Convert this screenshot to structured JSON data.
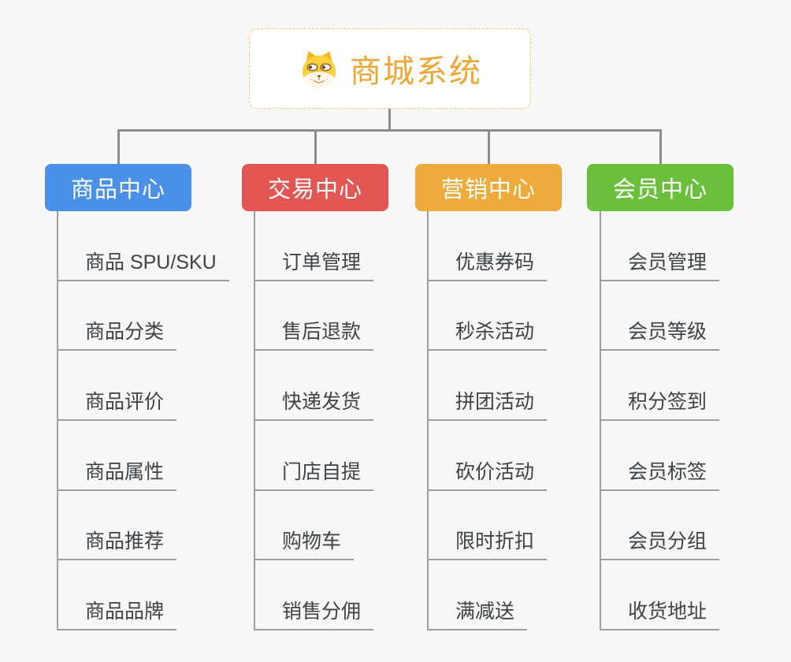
{
  "canvas": {
    "background_color": "#f7f7f7",
    "connector_color": "#8c8c8c",
    "leaf_line_color": "#9e9e9e"
  },
  "root": {
    "title": "商城系统",
    "icon": "dog-face-icon",
    "title_color": "#efa733",
    "border_color": "#f7c66b",
    "background_color": "#ffffff"
  },
  "branches": [
    {
      "label": "商品中心",
      "color": "#4b90e8",
      "items": [
        "商品 SPU/SKU",
        "商品分类",
        "商品评价",
        "商品属性",
        "商品推荐",
        "商品品牌"
      ]
    },
    {
      "label": "交易中心",
      "color": "#e25754",
      "items": [
        "订单管理",
        "售后退款",
        "快递发货",
        "门店自提",
        "购物车",
        "销售分佣"
      ]
    },
    {
      "label": "营销中心",
      "color": "#efaa3c",
      "items": [
        "优惠券码",
        "秒杀活动",
        "拼团活动",
        "砍价活动",
        "限时折扣",
        "满减送"
      ]
    },
    {
      "label": "会员中心",
      "color": "#6cbe3d",
      "items": [
        "会员管理",
        "会员等级",
        "积分签到",
        "会员标签",
        "会员分组",
        "收货地址"
      ]
    }
  ]
}
